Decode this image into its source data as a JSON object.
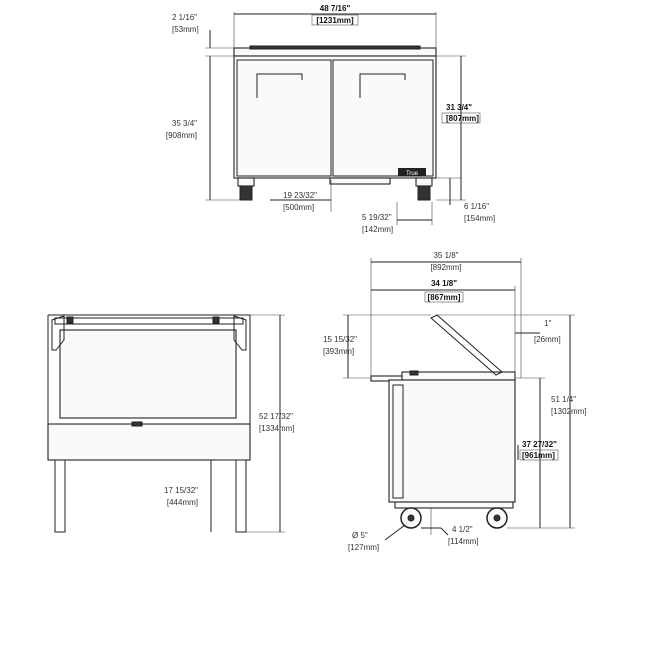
{
  "front_view": {
    "width": {
      "in": "48 7/16\"",
      "mm": "[1231mm]"
    },
    "lid_offset": {
      "in": "2 1/16\"",
      "mm": "[53mm]"
    },
    "body_height": {
      "in": "35 3/4\"",
      "mm": "[908mm]"
    },
    "counter_height": {
      "in": "31 3/4\"",
      "mm": "[807mm]"
    },
    "caster_spacing": {
      "in": "19 23/32\"",
      "mm": "[500mm]"
    },
    "caster_offset": {
      "in": "5 19/32\"",
      "mm": "[142mm]"
    },
    "caster_height": {
      "in": "6 1/16\"",
      "mm": "[154mm]"
    }
  },
  "open_front_view": {
    "total_height": {
      "in": "52 17/32\"",
      "mm": "[1334mm]"
    },
    "leg_height": {
      "in": "17 15/32\"",
      "mm": "[444mm]"
    }
  },
  "side_view": {
    "overall_depth": {
      "in": "35 1/8\"",
      "mm": "[892mm]"
    },
    "body_depth": {
      "in": "34 1/8\"",
      "mm": "[867mm]"
    },
    "lid_rise": {
      "in": "15 15/32\"",
      "mm": "[393mm]"
    },
    "lid_gap": {
      "in": "1\"",
      "mm": "[26mm]"
    },
    "open_height": {
      "in": "51 1/4\"",
      "mm": "[1302mm]"
    },
    "work_height": {
      "in": "37 27/32\"",
      "mm": "[961mm]"
    },
    "caster_diameter": {
      "in": "Ø 5\"",
      "mm": "[127mm]"
    },
    "caster_setback": {
      "in": "4 1/2\"",
      "mm": "[114mm]"
    }
  },
  "badge_text": "True"
}
